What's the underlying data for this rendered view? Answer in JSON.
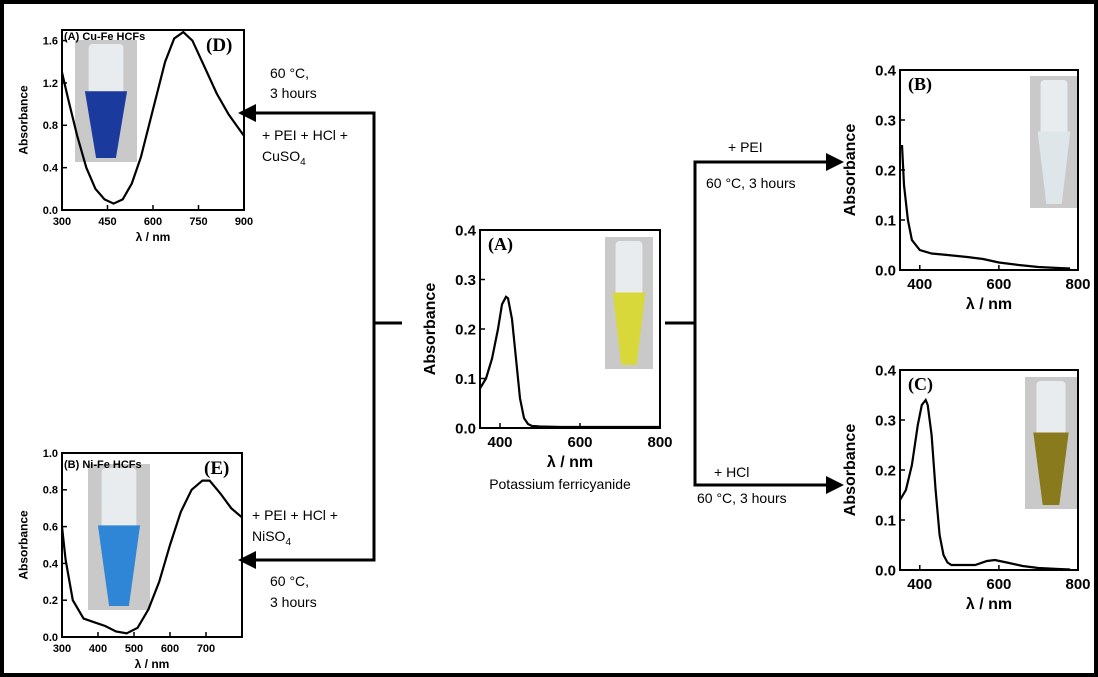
{
  "chart_data": [
    {
      "id": "D",
      "type": "line",
      "panel_tag": "(D)",
      "title": "(A) Cu-Fe HCFs",
      "xlabel": "λ / nm",
      "ylabel": "Absorbance",
      "xlim": [
        300,
        900
      ],
      "ylim": [
        0,
        1.7
      ],
      "xticks": [
        "300",
        "450",
        "600",
        "750",
        "900"
      ],
      "yticks": [
        "0.0",
        "0.4",
        "0.8",
        "1.2",
        "1.6"
      ],
      "photo_color": "#1a3a9e",
      "x": [
        300,
        320,
        350,
        380,
        410,
        440,
        470,
        500,
        530,
        560,
        600,
        640,
        670,
        700,
        730,
        770,
        810,
        850,
        880,
        900
      ],
      "y": [
        1.3,
        1.05,
        0.7,
        0.4,
        0.2,
        0.1,
        0.06,
        0.1,
        0.25,
        0.5,
        0.95,
        1.4,
        1.62,
        1.68,
        1.6,
        1.35,
        1.1,
        0.9,
        0.78,
        0.7
      ]
    },
    {
      "id": "E",
      "type": "line",
      "panel_tag": "(E)",
      "title": "(B) Ni-Fe HCFs",
      "xlabel": "λ / nm",
      "ylabel": "Absorbance",
      "xlim": [
        300,
        800
      ],
      "ylim": [
        0,
        1.0
      ],
      "xticks": [
        "300",
        "400",
        "500",
        "600",
        "700"
      ],
      "yticks": [
        "0.0",
        "0.2",
        "0.4",
        "0.6",
        "0.8",
        "1.0"
      ],
      "photo_color": "#2f86d6",
      "x": [
        300,
        310,
        330,
        360,
        390,
        420,
        450,
        480,
        510,
        540,
        570,
        600,
        630,
        660,
        690,
        710,
        740,
        770,
        800
      ],
      "y": [
        0.6,
        0.42,
        0.2,
        0.1,
        0.08,
        0.06,
        0.03,
        0.02,
        0.05,
        0.15,
        0.3,
        0.5,
        0.68,
        0.8,
        0.85,
        0.85,
        0.78,
        0.7,
        0.65
      ]
    },
    {
      "id": "A",
      "type": "line",
      "panel_tag": "(A)",
      "caption": "Potassium ferricyanide",
      "xlabel": "λ / nm",
      "ylabel": "Absorbance",
      "xlim": [
        350,
        800
      ],
      "ylim": [
        0,
        0.4
      ],
      "xticks": [
        "400",
        "600",
        "800"
      ],
      "yticks": [
        "0.0",
        "0.1",
        "0.2",
        "0.3",
        "0.4"
      ],
      "photo_color": "#d8d83a",
      "x": [
        350,
        365,
        380,
        395,
        405,
        415,
        420,
        430,
        440,
        450,
        460,
        470,
        480,
        500,
        550,
        600,
        700,
        800
      ],
      "y": [
        0.08,
        0.1,
        0.14,
        0.2,
        0.25,
        0.265,
        0.262,
        0.22,
        0.14,
        0.06,
        0.02,
        0.008,
        0.004,
        0.003,
        0.002,
        0.002,
        0.002,
        0.002
      ]
    },
    {
      "id": "B",
      "type": "line",
      "panel_tag": "(B)",
      "xlabel": "λ / nm",
      "ylabel": "Absorbance",
      "xlim": [
        350,
        800
      ],
      "ylim": [
        0,
        0.4
      ],
      "xticks": [
        "400",
        "600",
        "800"
      ],
      "yticks": [
        "0.0",
        "0.1",
        "0.2",
        "0.3",
        "0.4"
      ],
      "photo_color": "#dfe6ea",
      "x": [
        355,
        360,
        370,
        380,
        400,
        430,
        470,
        520,
        560,
        600,
        650,
        700,
        750,
        780
      ],
      "y": [
        0.25,
        0.17,
        0.1,
        0.06,
        0.04,
        0.033,
        0.03,
        0.026,
        0.022,
        0.015,
        0.01,
        0.006,
        0.004,
        0.003
      ]
    },
    {
      "id": "C",
      "type": "line",
      "panel_tag": "(C)",
      "xlabel": "λ / nm",
      "ylabel": "Absorbance",
      "xlim": [
        350,
        800
      ],
      "ylim": [
        0,
        0.4
      ],
      "xticks": [
        "400",
        "600",
        "800"
      ],
      "yticks": [
        "0.0",
        "0.1",
        "0.2",
        "0.3",
        "0.4"
      ],
      "photo_color": "#8a7a1e",
      "x": [
        350,
        365,
        380,
        395,
        405,
        415,
        420,
        430,
        440,
        450,
        460,
        470,
        480,
        500,
        540,
        570,
        590,
        620,
        660,
        700,
        750,
        780
      ],
      "y": [
        0.14,
        0.16,
        0.21,
        0.29,
        0.33,
        0.34,
        0.33,
        0.27,
        0.16,
        0.07,
        0.03,
        0.015,
        0.01,
        0.01,
        0.01,
        0.018,
        0.02,
        0.015,
        0.008,
        0.004,
        0.002,
        0.001
      ]
    }
  ],
  "annotations": {
    "to_B_line1": "+ PEI",
    "to_B_line2": "60 °C, 3 hours",
    "to_C_line1": "+ HCl",
    "to_C_line2": "60 °C, 3 hours",
    "to_D_cond1": "60 °C,",
    "to_D_cond2": "3 hours",
    "to_D_reagent1": "+ PEI + HCl +",
    "to_D_reagent2": "CuSO",
    "to_D_reagent2_sub": "4",
    "to_E_reagent1": "+ PEI + HCl +",
    "to_E_reagent2": "NiSO",
    "to_E_reagent2_sub": "4",
    "to_E_cond1": "60 °C,",
    "to_E_cond2": "3 hours"
  }
}
